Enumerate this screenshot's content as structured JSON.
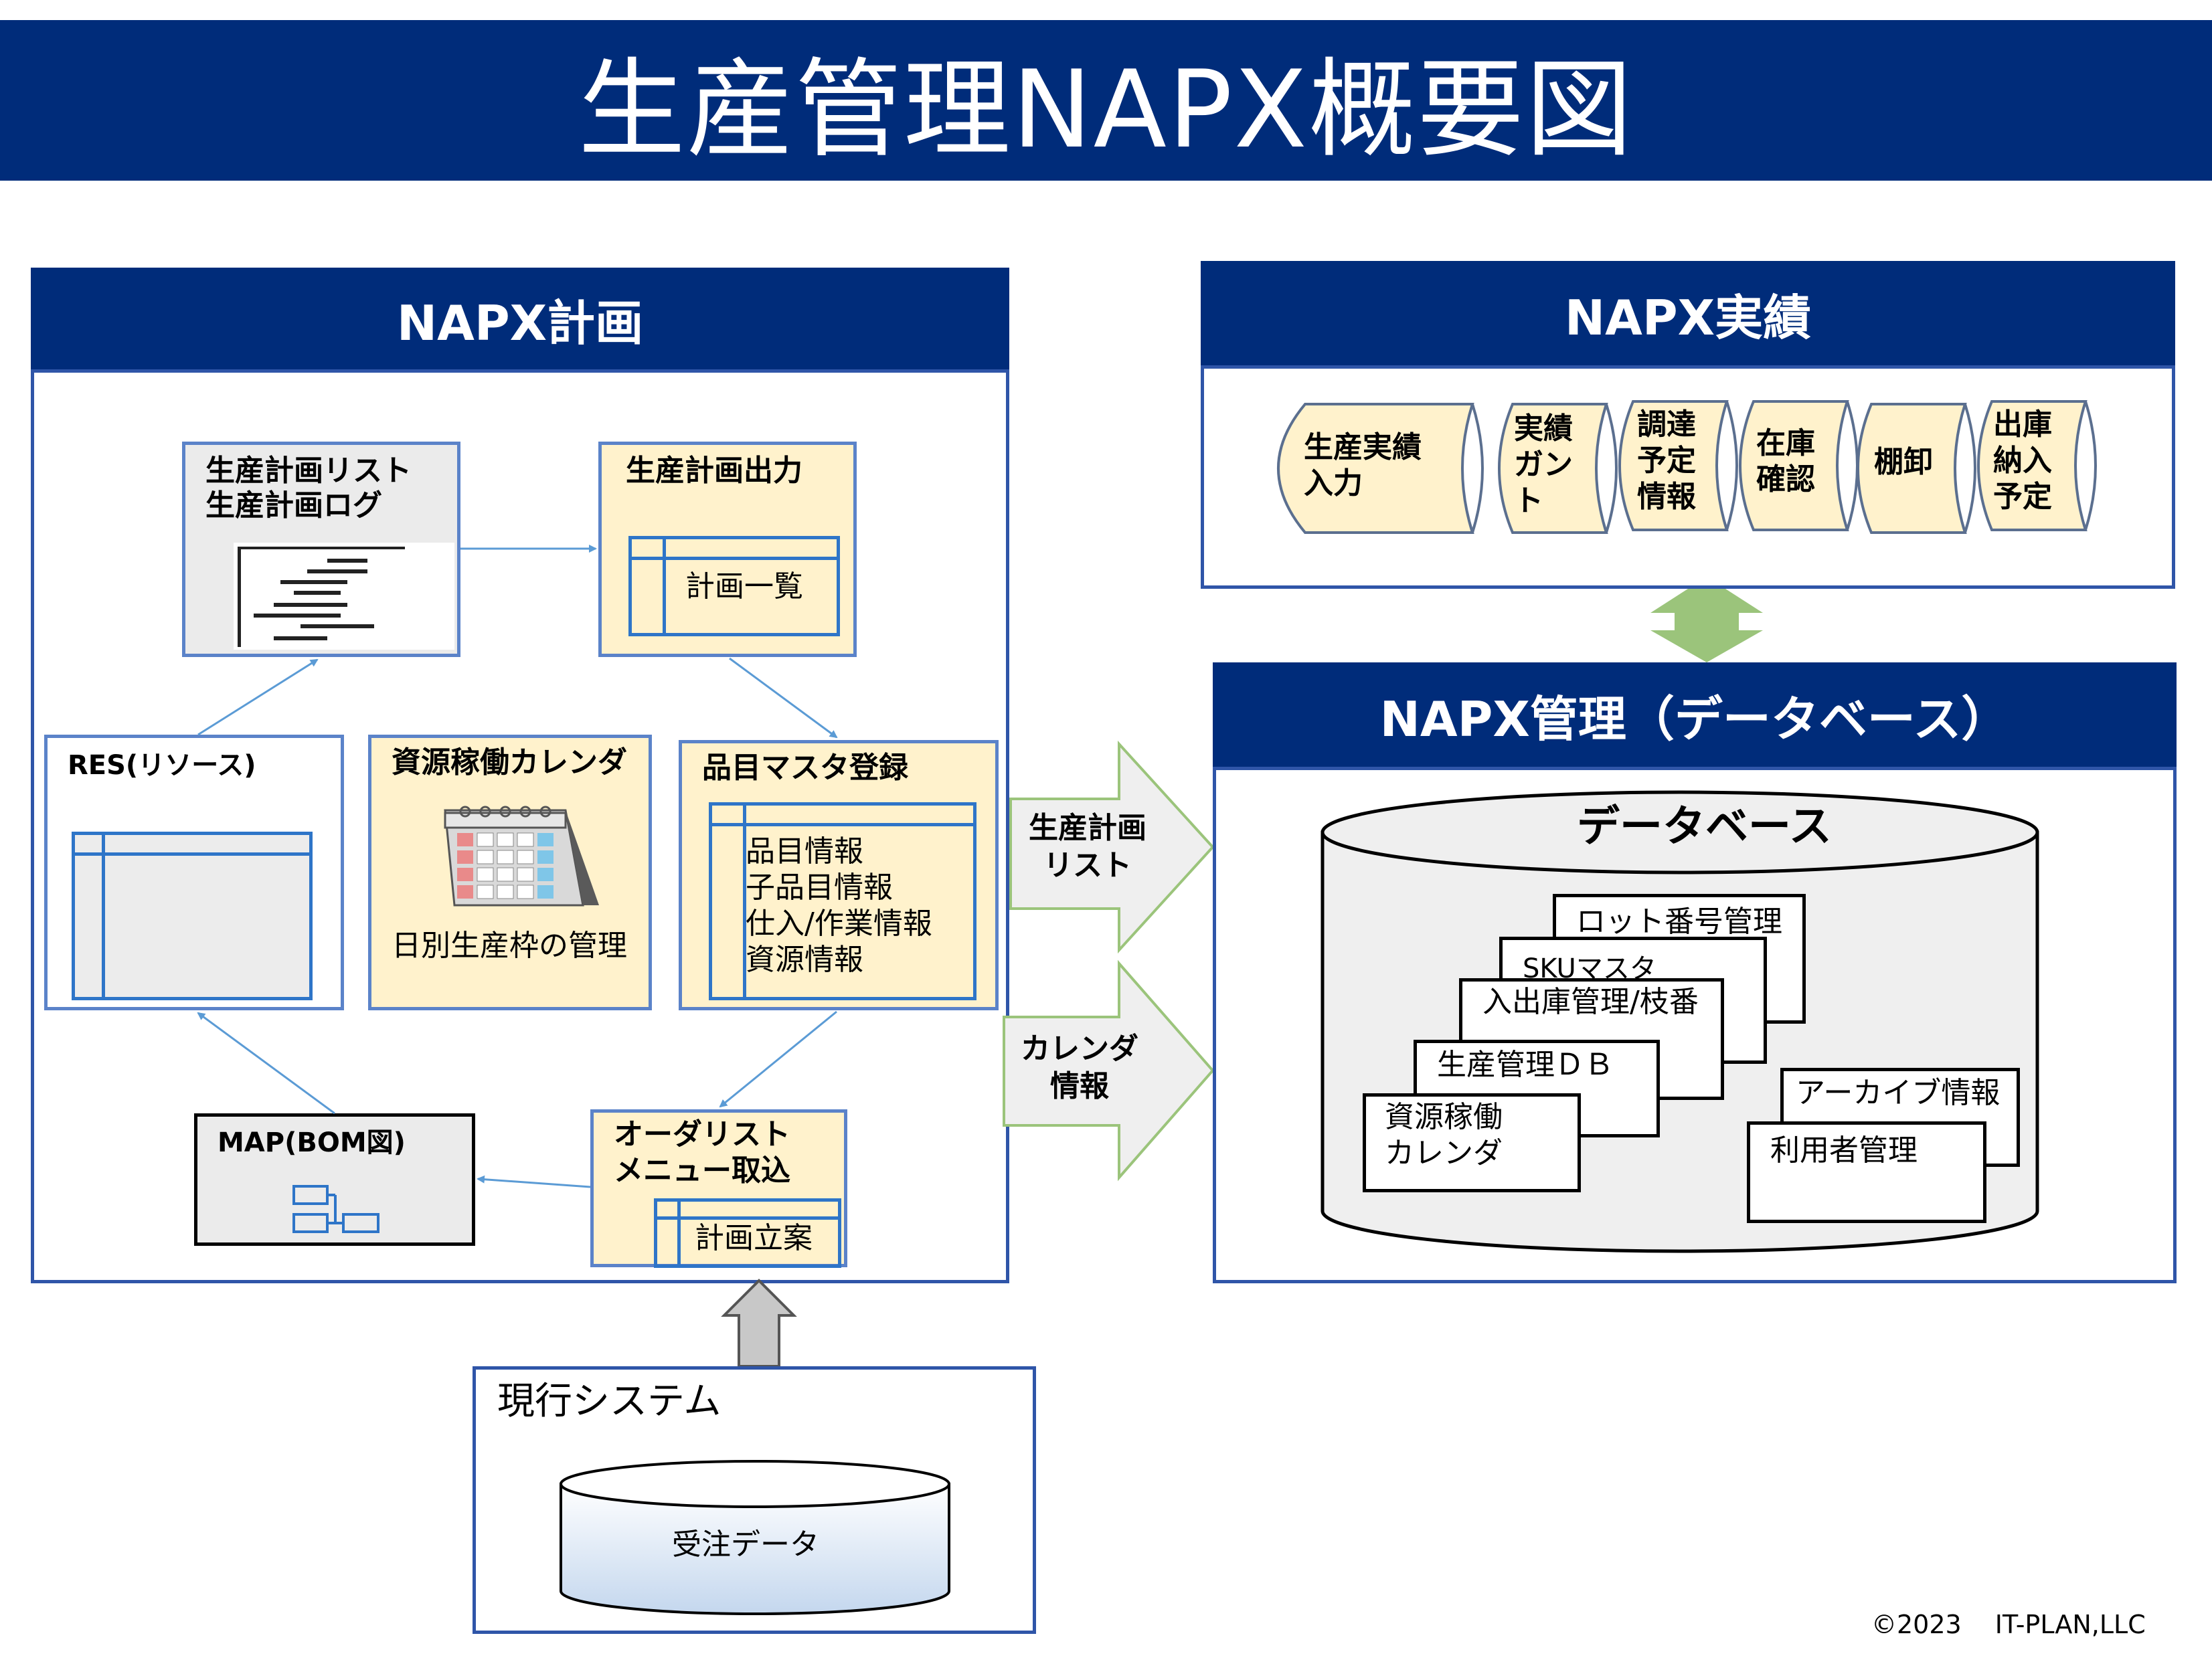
{
  "title": "生産管理NAPX概要図",
  "plan": {
    "header": "NAPX計画",
    "list_box": {
      "line1": "生産計画リスト",
      "line2": "生産計画ログ"
    },
    "output_box": {
      "title": "生産計画出力",
      "table_label": "計画一覧"
    },
    "res_box": {
      "title": "RES(リソース)"
    },
    "calendar_box": {
      "title": "資源稼働カレンダ",
      "caption": "日別生産枠の管理"
    },
    "item_box": {
      "title": "品目マスタ登録",
      "rows": [
        "品目情報",
        "子品目情報",
        "仕入/作業情報",
        "資源情報"
      ]
    },
    "map_box": {
      "title": "MAP(BOM図)"
    },
    "order_box": {
      "line1": "オーダリスト",
      "line2": "メニュー取込",
      "table_label": "計画立案"
    }
  },
  "arrows": {
    "plan_list": {
      "line1": "生産計画",
      "line2": "リスト"
    },
    "calendar_info": {
      "line1": "カレンダ",
      "line2": "情報"
    }
  },
  "results": {
    "header": "NAPX実績",
    "items": [
      {
        "lines": [
          "生産実績",
          "入力"
        ]
      },
      {
        "lines": [
          "実績",
          "ガン",
          "ト"
        ]
      },
      {
        "lines": [
          "調達",
          "予定",
          "情報"
        ]
      },
      {
        "lines": [
          "在庫",
          "確認"
        ]
      },
      {
        "lines": [
          "棚卸"
        ]
      },
      {
        "lines": [
          "出庫",
          "納入",
          "予定"
        ]
      }
    ]
  },
  "management": {
    "header": "NAPX管理（データベース）",
    "db_title": "データベース",
    "tables": {
      "lot": "ロット番号管理",
      "sku": "SKUマスタ",
      "inout": "入出庫管理/枝番",
      "prod_db": "生産管理ＤＢ",
      "res_cal": [
        "資源稼働",
        "カレンダ"
      ],
      "archive": "アーカイブ情報",
      "user": "利用者管理"
    }
  },
  "legacy": {
    "title": "現行システム",
    "db_label": "受注データ"
  },
  "copyright": "©2023　 IT-PLAN,LLC",
  "colors": {
    "banner": "#002c7a",
    "panel_border": "#2f55a8",
    "cream": "#fff2cc",
    "arrow_green": "#9bc47b"
  }
}
